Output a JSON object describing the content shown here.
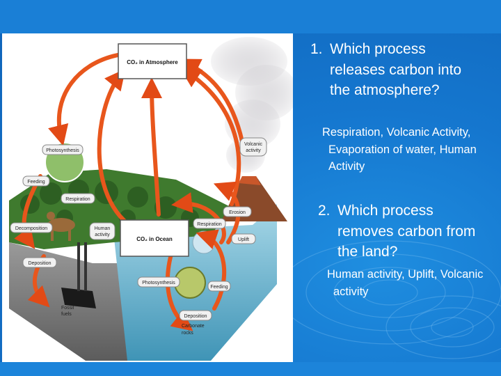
{
  "diagram": {
    "boxes": {
      "co2_atmosphere": "CO₂ in Atmosphere",
      "co2_ocean": "CO₂ in Ocean"
    },
    "labels": {
      "photosynthesis_land": "Photosynthesis",
      "volcanic_activity_1": "Volcanic",
      "volcanic_activity_2": "activity",
      "feeding_land": "Feeding",
      "respiration_land": "Respiration",
      "erosion": "Erosion",
      "decomposition": "Decomposition",
      "human_activity_1": "Human",
      "human_activity_2": "activity",
      "respiration_ocean": "Respiration",
      "uplift": "Uplift",
      "deposition_land": "Deposition",
      "photosynthesis_ocean": "Photosynthesis",
      "feeding_ocean": "Feeding",
      "fossil_fuels_1": "Fossil",
      "fossil_fuels_2": "fuels",
      "deposition_ocean": "Deposition",
      "carbonate_rocks_1": "Carbonate",
      "carbonate_rocks_2": "rocks"
    }
  },
  "questions": [
    {
      "number": "1.",
      "text": "Which process releases carbon into the atmosphere?",
      "answer": "Respiration, Volcanic Activity, Evaporation of water, Human Activity"
    },
    {
      "number": "2.",
      "text": "Which process removes carbon from the land?",
      "answer": "Human activity, Uplift, Volcanic activity"
    }
  ],
  "colors": {
    "background": "#1577cf",
    "text": "#ffffff",
    "arrow": "#e8561c"
  }
}
